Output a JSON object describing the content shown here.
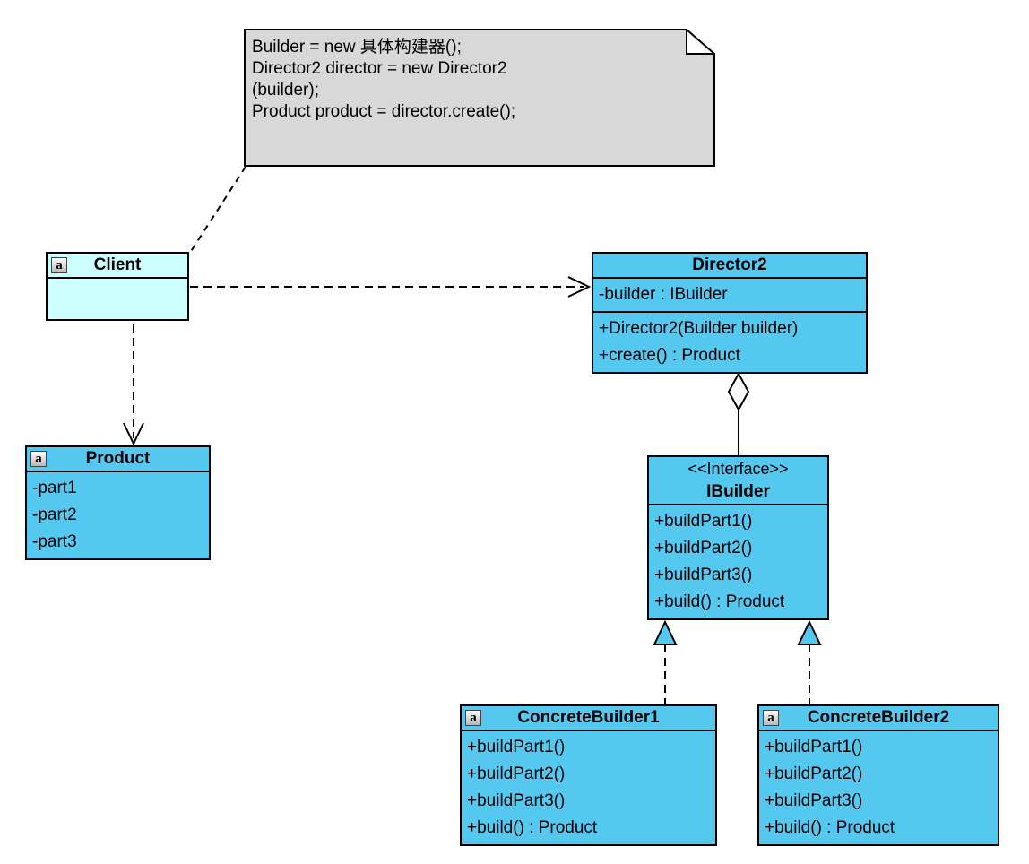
{
  "note": {
    "lines": [
      "Builder = new 具体构建器();",
      "Director2 director = new Director2",
      "(builder);",
      "Product product = director.create();"
    ]
  },
  "classes": {
    "client": {
      "icon": "a",
      "name": "Client"
    },
    "director2": {
      "name": "Director2",
      "attributes": [
        "-builder : IBuilder"
      ],
      "methods": [
        "+Director2(Builder builder)",
        "+create() : Product"
      ]
    },
    "product": {
      "icon": "a",
      "name": "Product",
      "attributes": [
        "-part1",
        "-part2",
        "-part3"
      ]
    },
    "ibuilder": {
      "stereotype": "<<Interface>>",
      "name": "IBuilder",
      "methods": [
        "+buildPart1()",
        "+buildPart2()",
        "+buildPart3()",
        "+build() : Product"
      ]
    },
    "concretebuilder1": {
      "icon": "a",
      "name": "ConcreteBuilder1",
      "methods": [
        "+buildPart1()",
        "+buildPart2()",
        "+buildPart3()",
        "+build() : Product"
      ]
    },
    "concretebuilder2": {
      "icon": "a",
      "name": "ConcreteBuilder2",
      "methods": [
        "+buildPart1()",
        "+buildPart2()",
        "+buildPart3()",
        "+build() : Product"
      ]
    }
  },
  "colors": {
    "class_fill": "#55c8f0",
    "client_fill": "#ccffff",
    "note_fill": "#d8d8d8",
    "line": "#000000"
  }
}
